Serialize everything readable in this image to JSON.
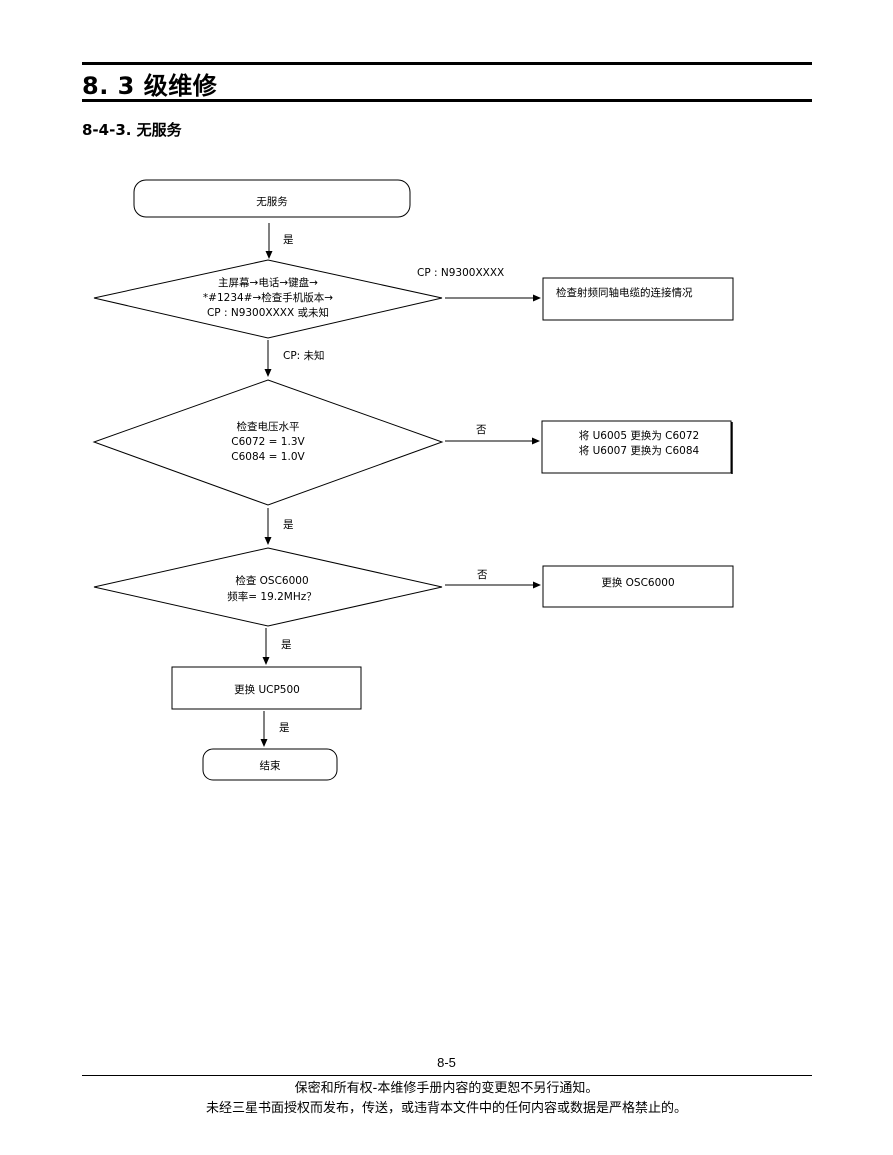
{
  "header": {
    "section_title": "8. 3 级维修",
    "subsection_title": "8-4-3. 无服务"
  },
  "flowchart": {
    "start": "无服务",
    "d1": {
      "lines": [
        "主屏幕→电话→键盘→",
        "*#1234#→检查手机版本→",
        "CP : N9300XXXX 或未知"
      ]
    },
    "d1_yes_label": "CP : N9300XXXX",
    "action1": "检查射频同轴电缆的连接情况",
    "d1_down_label": "CP:  未知",
    "d2": {
      "lines": [
        "检查电压水平",
        "C6072 = 1.3V",
        "C6084 = 1.0V"
      ]
    },
    "d2_no_label": "否",
    "action2": {
      "lines": [
        "将 U6005 更换为 C6072",
        "将 U6007 更换为 C6084"
      ]
    },
    "d2_yes_label": "是",
    "d3": {
      "lines": [
        "检查 OSC6000",
        "频率= 19.2MHz？"
      ]
    },
    "d3_no_label": "否",
    "action3": "更换 OSC6000",
    "d3_yes_label": "是",
    "process": "更换 UCP500",
    "process_yes_label": "是",
    "end": "结束",
    "start_yes_label": "是"
  },
  "footer": {
    "page_number": "8-5",
    "line1": "保密和所有权-本维修手册内容的变更恕不另行通知。",
    "line2": "未经三星书面授权而发布，传送，或违背本文件中的任何内容或数据是严格禁止的。"
  }
}
